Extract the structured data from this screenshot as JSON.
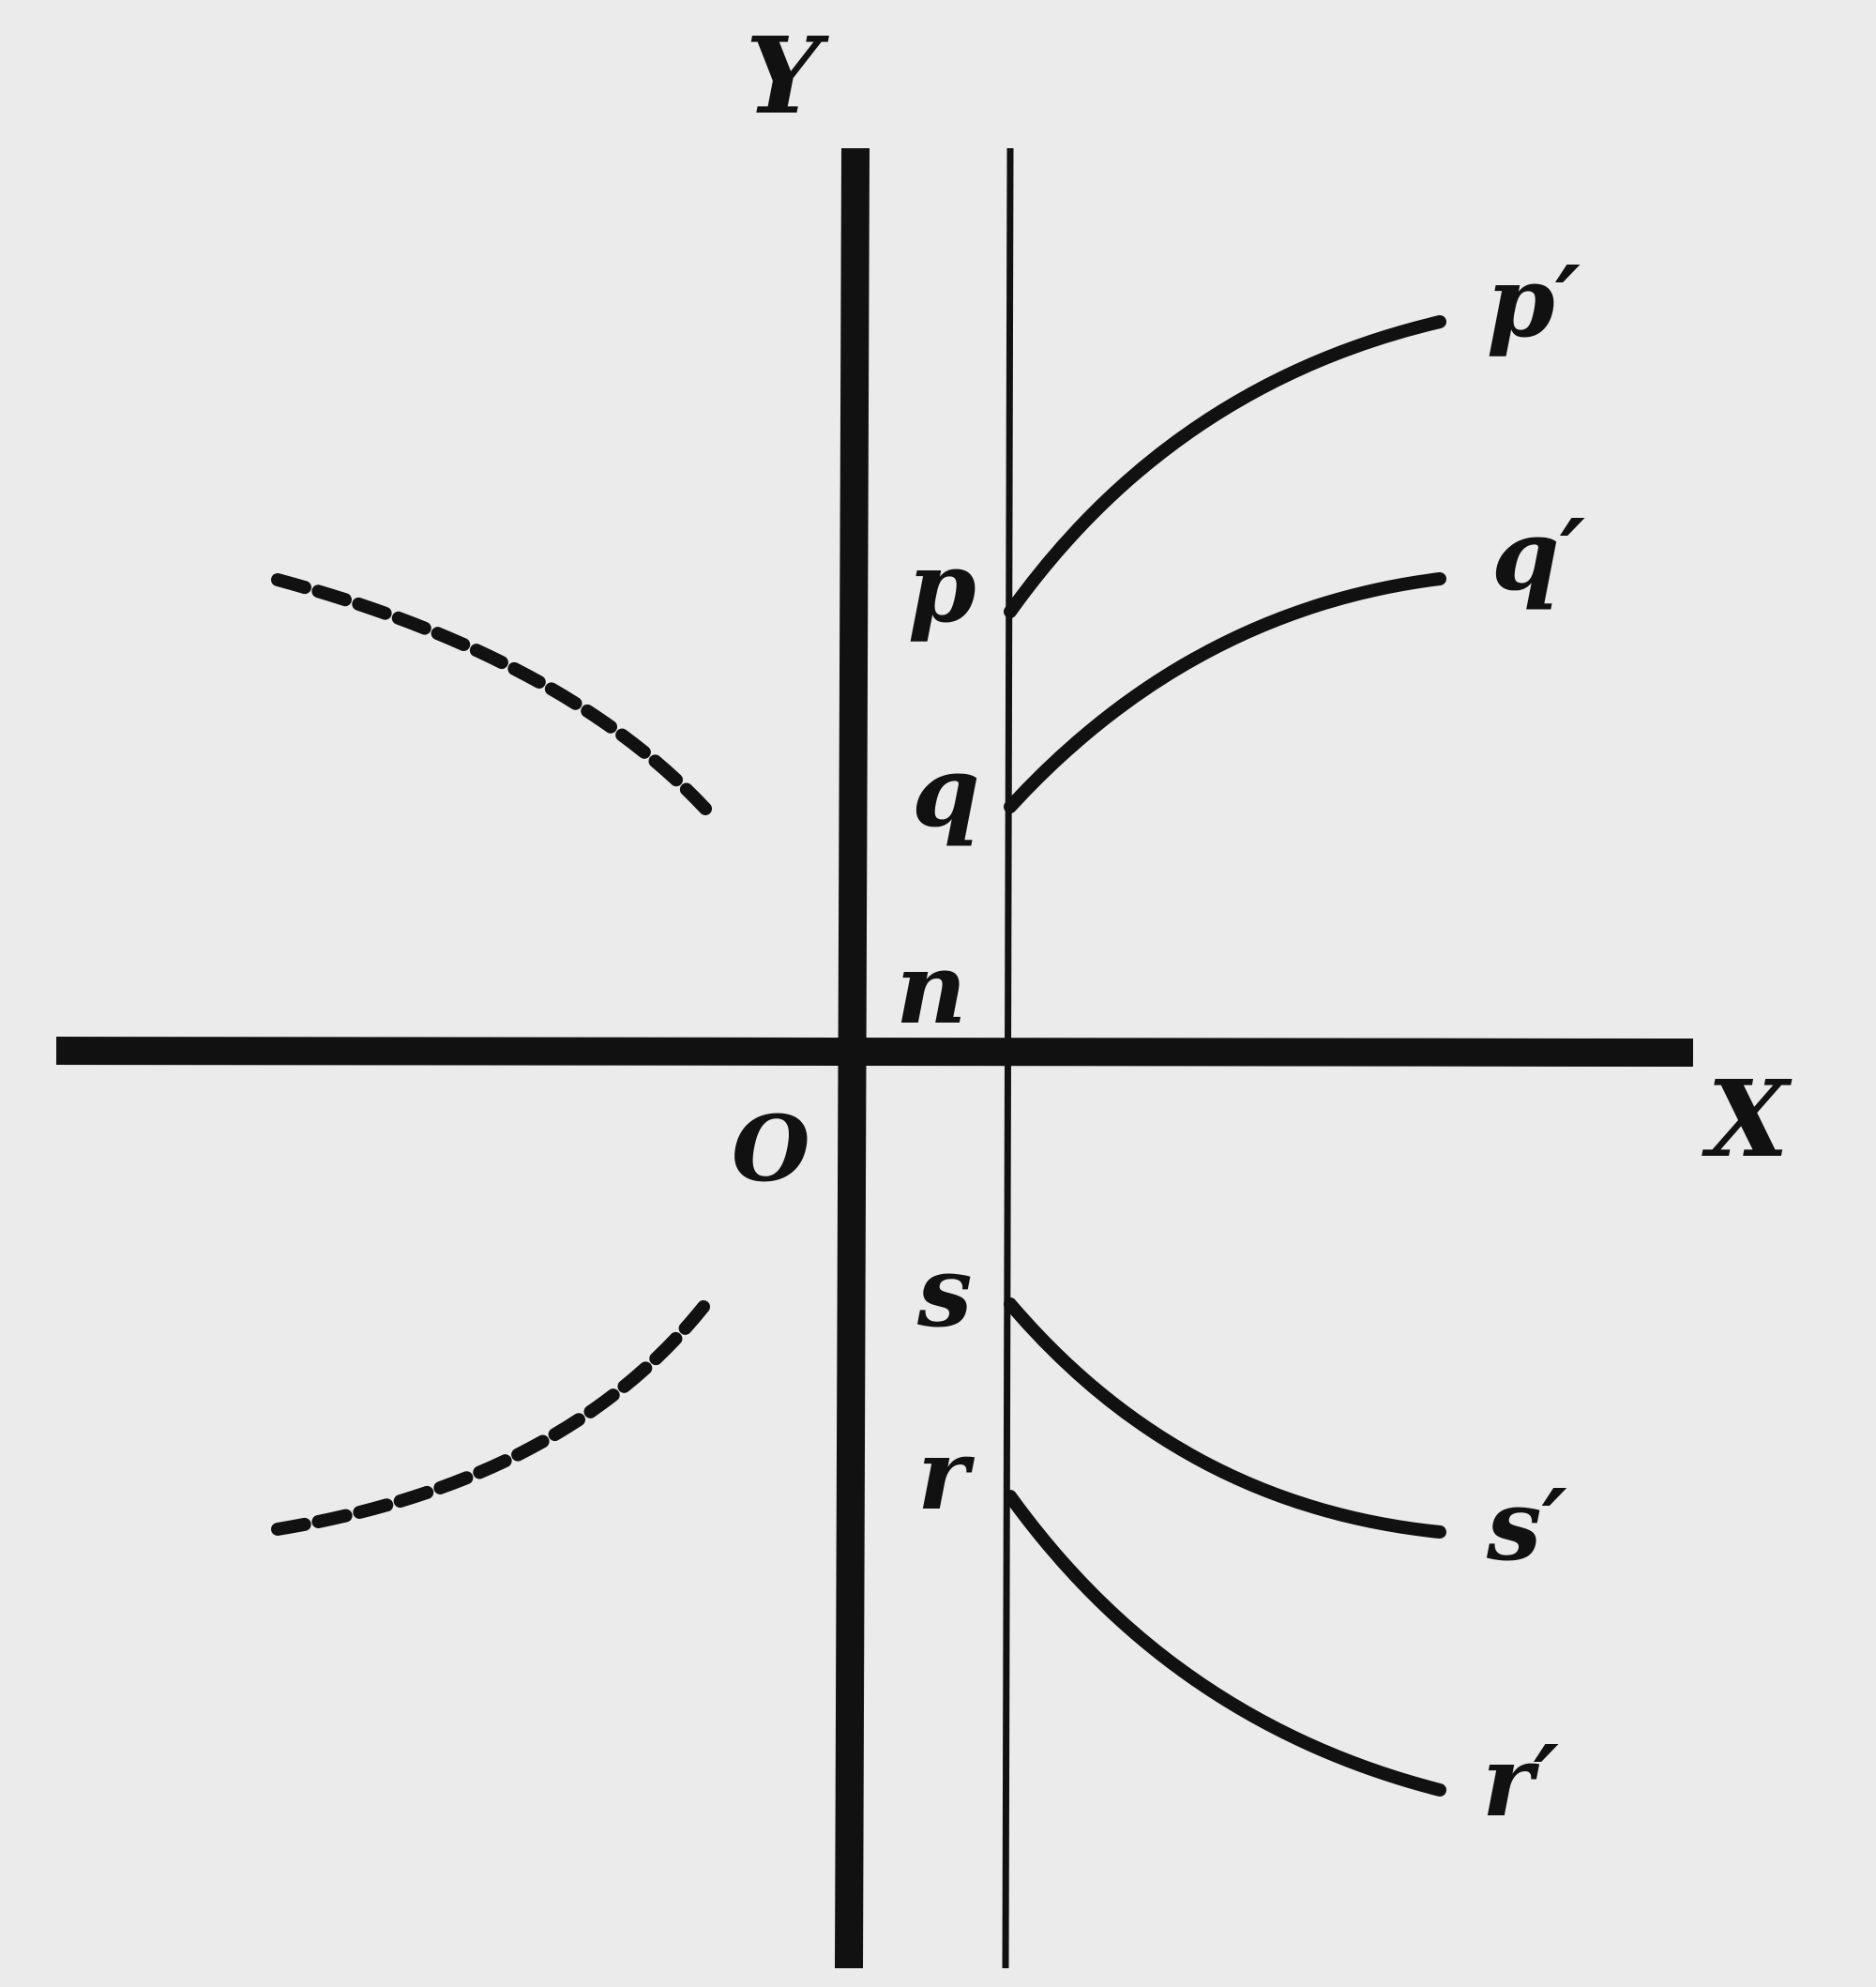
{
  "diagram": {
    "axis_labels": {
      "x": "X",
      "y": "Y",
      "origin": "O"
    },
    "point_labels": {
      "n": "n",
      "p": "p",
      "q": "q",
      "s": "s",
      "r": "r"
    },
    "curve_end_labels": {
      "p_prime": "p′",
      "q_prime": "q′",
      "s_prime": "s′",
      "r_prime": "r′"
    },
    "colors": {
      "background": "#ebebeb",
      "ink": "#111111"
    }
  }
}
